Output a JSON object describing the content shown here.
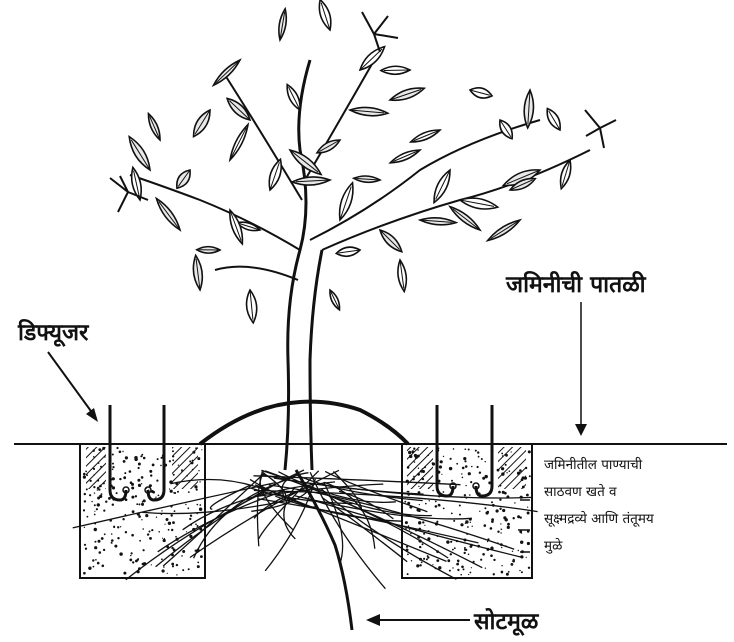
{
  "labels": {
    "diffuser": "डिफ्यूजर",
    "ground_level": "जमिनीची पातळी",
    "root_zone_lines": [
      "जमिनीतील पाण्याची",
      "साठवण खते व",
      "सूक्ष्मद्रव्ये आणि तंतूमय",
      "मुळे"
    ],
    "taproot": "सोटमूळ"
  },
  "colors": {
    "ink": "#111111",
    "background": "#ffffff"
  }
}
